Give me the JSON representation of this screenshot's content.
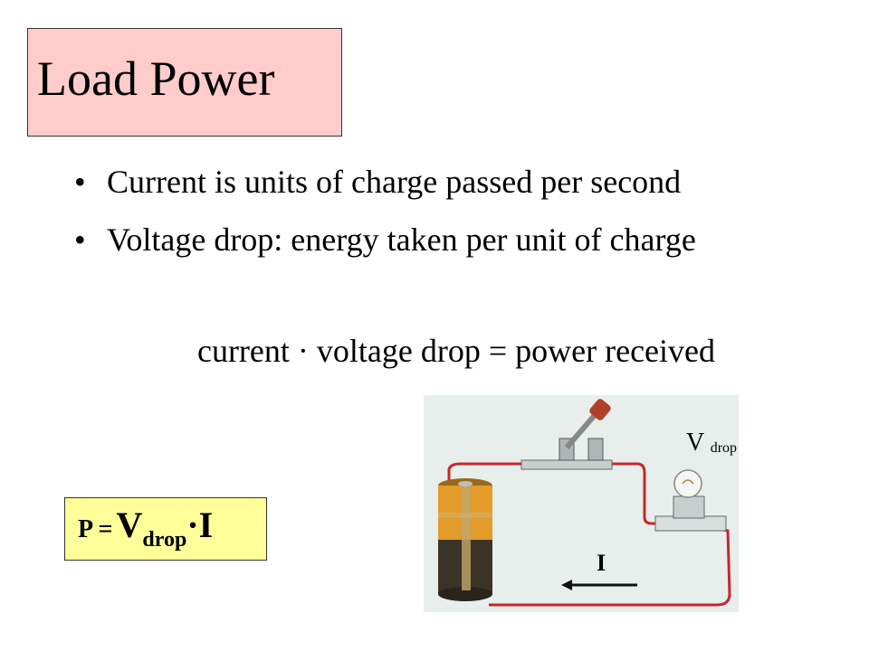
{
  "slide": {
    "title": "Load Power",
    "bullets": [
      "Current is units of charge passed per second",
      "Voltage drop: energy taken per unit of charge"
    ],
    "bullet_glyph": "•",
    "equation": "current · voltage drop = power received"
  },
  "formula": {
    "p": "P =",
    "v": "V",
    "sub": "drop",
    "dot": "·",
    "i": "I"
  },
  "diagram": {
    "vdrop_label": "V",
    "vdrop_sub": "drop",
    "current_label": "I"
  }
}
